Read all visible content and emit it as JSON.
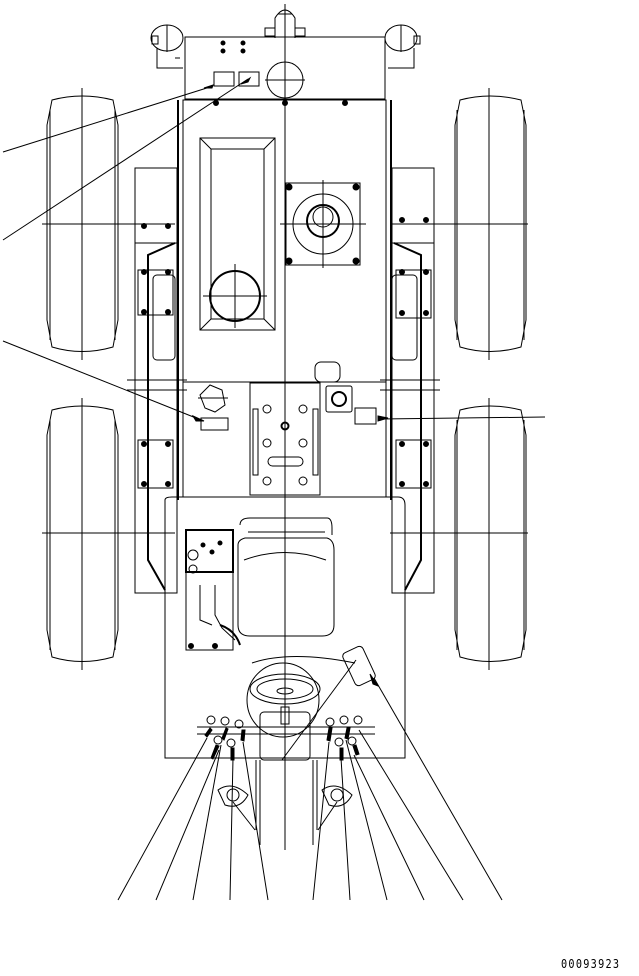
{
  "diagram": {
    "type": "technical parts diagram (top view of wheeled vehicle / tractor chassis with label/decal locations)",
    "figure_number": "00093923",
    "components": [
      "front-weight-bracket",
      "front-lights-left",
      "front-lights-right",
      "hood-panel",
      "air-intake-duct",
      "fuel-filler-cap",
      "left-front-tire",
      "right-front-tire",
      "left-rear-tire",
      "right-rear-tire",
      "left-fender",
      "right-fender",
      "floor-plate",
      "control-panel-left",
      "operator-seat",
      "steering-wheel",
      "instrument-column",
      "rear-hitch-levers",
      "warning-decal-plates"
    ],
    "leader_lines": {
      "left_side_count": 3,
      "right_side_count": 1,
      "bottom_count": 11
    }
  }
}
